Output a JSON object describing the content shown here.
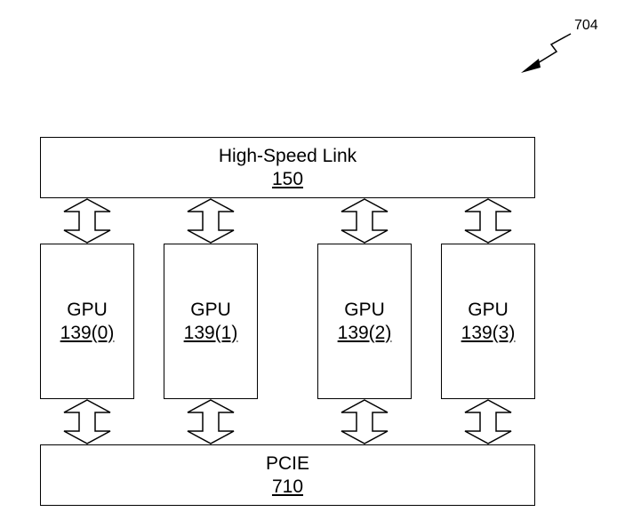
{
  "figure_ref": "704",
  "link": {
    "label": "High-Speed Link",
    "ref": "150"
  },
  "gpus": [
    {
      "label": "GPU",
      "ref": "139(0)"
    },
    {
      "label": "GPU",
      "ref": "139(1)"
    },
    {
      "label": "GPU",
      "ref": "139(2)"
    },
    {
      "label": "GPU",
      "ref": "139(3)"
    }
  ],
  "pcie": {
    "label": "PCIE",
    "ref": "710"
  }
}
